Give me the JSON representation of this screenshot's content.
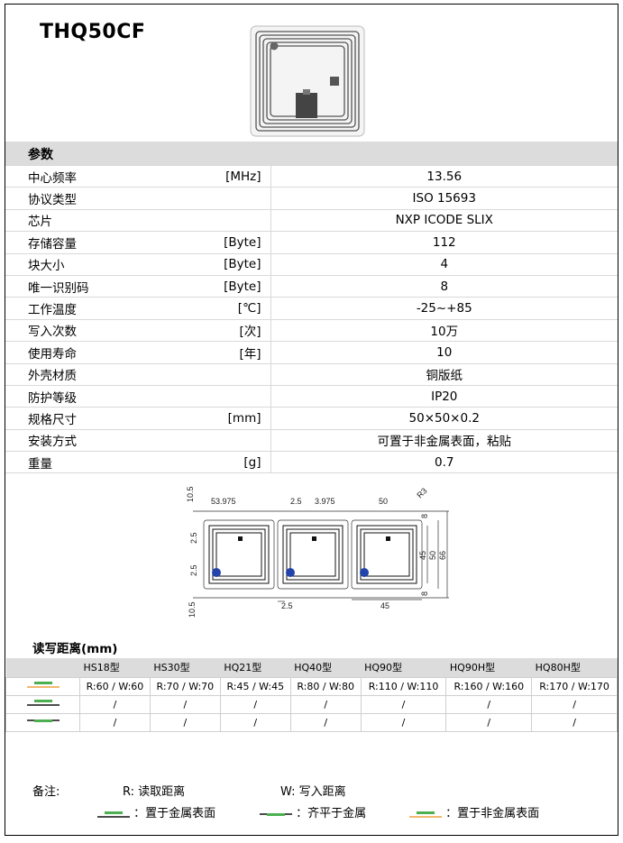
{
  "title": "THQ50CF",
  "params_header": "参数",
  "params": [
    {
      "name": "中心频率",
      "unit": "[MHz]",
      "value": "13.56"
    },
    {
      "name": "协议类型",
      "unit": "",
      "value": "ISO 15693"
    },
    {
      "name": "芯片",
      "unit": "",
      "value": "NXP ICODE SLIX"
    },
    {
      "name": "存储容量",
      "unit": "[Byte]",
      "value": "112"
    },
    {
      "name": "块大小",
      "unit": "[Byte]",
      "value": "4"
    },
    {
      "name": "唯一识别码",
      "unit": "[Byte]",
      "value": "8"
    },
    {
      "name": "工作温度",
      "unit": "[℃]",
      "value": "-25~+85"
    },
    {
      "name": "写入次数",
      "unit": "[次]",
      "value": "10万"
    },
    {
      "name": "使用寿命",
      "unit": "[年]",
      "value": "10"
    },
    {
      "name": "外壳材质",
      "unit": "",
      "value": "铜版纸"
    },
    {
      "name": "防护等级",
      "unit": "",
      "value": "IP20"
    },
    {
      "name": "规格尺寸",
      "unit": "[mm]",
      "value": "50×50×0.2"
    },
    {
      "name": "安装方式",
      "unit": "",
      "value": "可置于非金属表面，粘贴"
    },
    {
      "name": "重量",
      "unit": "[g]",
      "value": "0.7"
    }
  ],
  "dimensions": {
    "d1": "10.5",
    "d2": "53.975",
    "d3": "2.5",
    "d4": "3.975",
    "d5": "50",
    "d6": "R3",
    "d7": "8",
    "d8": "2.5",
    "d9": "45",
    "d10": "50",
    "d11": "66",
    "d12": "2.5",
    "d13": "8",
    "d14": "10.5",
    "d15": "2.5",
    "d16": "45"
  },
  "read_title": "读写距离(mm)",
  "read_columns": [
    "HS18型",
    "HS30型",
    "HQ21型",
    "HQ40型",
    "HQ90型",
    "HQ90H型",
    "HQ80H型"
  ],
  "read_rows": [
    {
      "mount": "non-metal",
      "values": [
        "R:60 / W:60",
        "R:70 / W:70",
        "R:45 / W:45",
        "R:80 / W:80",
        "R:110 / W:110",
        "R:160 / W:160",
        "R:170 / W:170"
      ]
    },
    {
      "mount": "on-metal",
      "values": [
        "/",
        "/",
        "/",
        "/",
        "/",
        "/",
        "/"
      ]
    },
    {
      "mount": "flush-metal",
      "values": [
        "/",
        "/",
        "/",
        "/",
        "/",
        "/",
        "/"
      ]
    }
  ],
  "notes": {
    "label": "备注:",
    "r_key": "R:",
    "r_text": "读取距离",
    "w_key": "W:",
    "w_text": "写入距离",
    "on_metal": "：置于金属表面",
    "flush_metal": "：齐平于金属",
    "non_metal": "：置于非金属表面"
  },
  "colors": {
    "metal_green": "#4caf50",
    "non_metal_orange": "#f0a040",
    "header_gray": "#dcdcdc"
  }
}
